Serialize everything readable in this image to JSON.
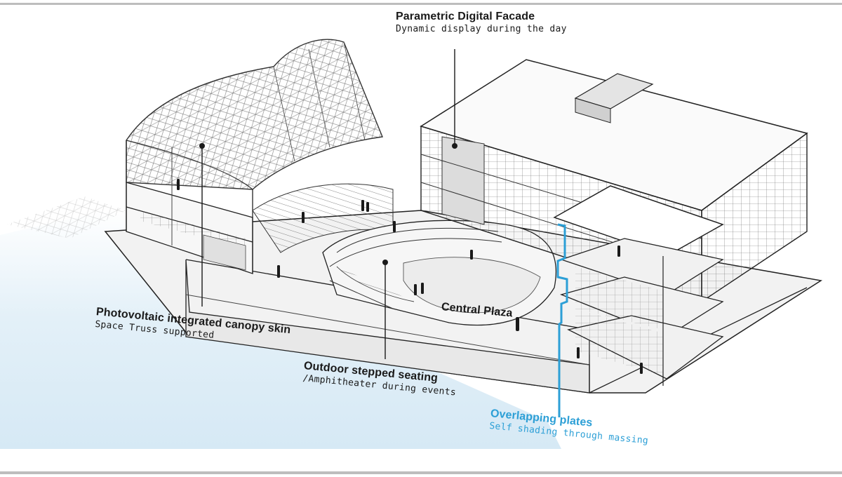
{
  "colors": {
    "background": "#ffffff",
    "frame": "#bdbdbd",
    "ground_wash": "#e3f0f8",
    "structure": "#2a2a2a",
    "light_fill": "#f4f4f4",
    "label_dark": "#1a1a1a",
    "accent": "#2c9fd6"
  },
  "annotations": {
    "facade": {
      "title": "Parametric Digital Facade",
      "subtitle": "Dynamic display during the day"
    },
    "canopy": {
      "title": "Photovoltaic integrated canopy skin",
      "subtitle": "Space Truss supported"
    },
    "seating": {
      "title": "Outdoor stepped seating",
      "subtitle": "/Amphitheater during events"
    },
    "plaza": {
      "title": "Central Plaza"
    },
    "plates": {
      "title": "Overlapping plates",
      "subtitle": "Self shading through massing"
    }
  }
}
